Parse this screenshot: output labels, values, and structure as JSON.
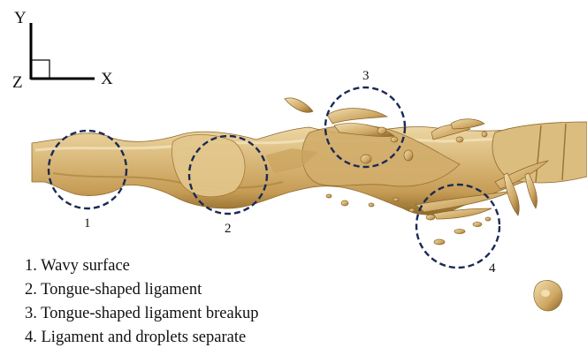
{
  "axes": {
    "y": "Y",
    "z": "Z",
    "x": "X"
  },
  "annotations": [
    {
      "number": "1"
    },
    {
      "number": "2"
    },
    {
      "number": "3"
    },
    {
      "number": "4"
    }
  ],
  "legend": [
    "1. Wavy surface",
    "2. Tongue-shaped ligament",
    "3. Tongue-shaped ligament breakup",
    "4. Ligament and droplets separate"
  ],
  "colors": {
    "liquid_surface": "#d7b472",
    "liquid_highlight": "#eed9a6",
    "liquid_shadow": "#8f6a2c",
    "circle_outline": "#1b2a55"
  }
}
